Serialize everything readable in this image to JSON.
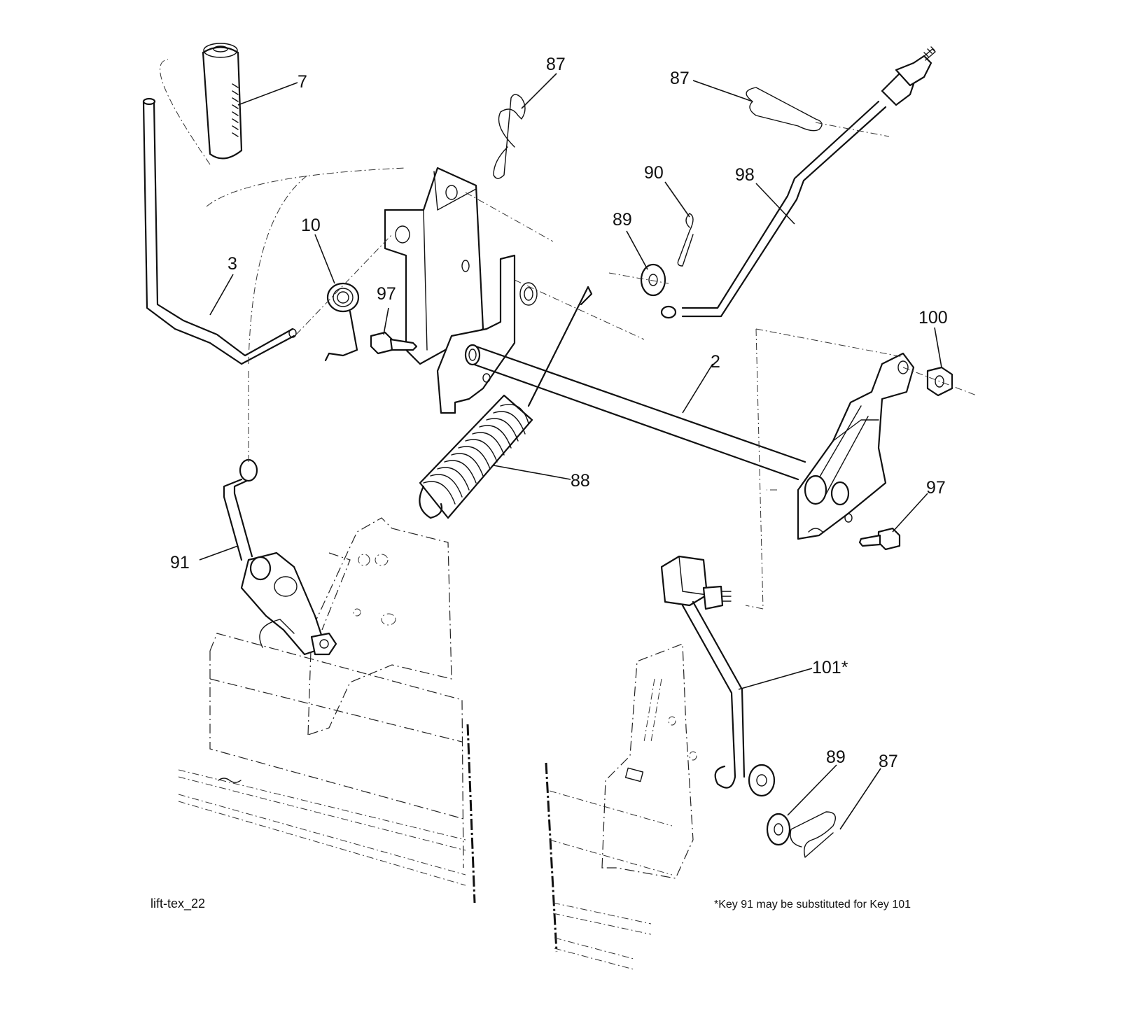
{
  "diagram_id": "lift-tex_22",
  "footnote": "*Key 91 may be substituted for Key 101",
  "callouts": {
    "c7": "7",
    "c87a": "87",
    "c87b": "87",
    "c90": "90",
    "c98": "98",
    "c89a": "89",
    "c10": "10",
    "c3": "3",
    "c97a": "97",
    "c100": "100",
    "c2": "2",
    "c88": "88",
    "c97b": "97",
    "c91": "91",
    "c101": "101*",
    "c89b": "89",
    "c87c": "87"
  },
  "colors": {
    "line": "#111111",
    "background": "#ffffff"
  }
}
